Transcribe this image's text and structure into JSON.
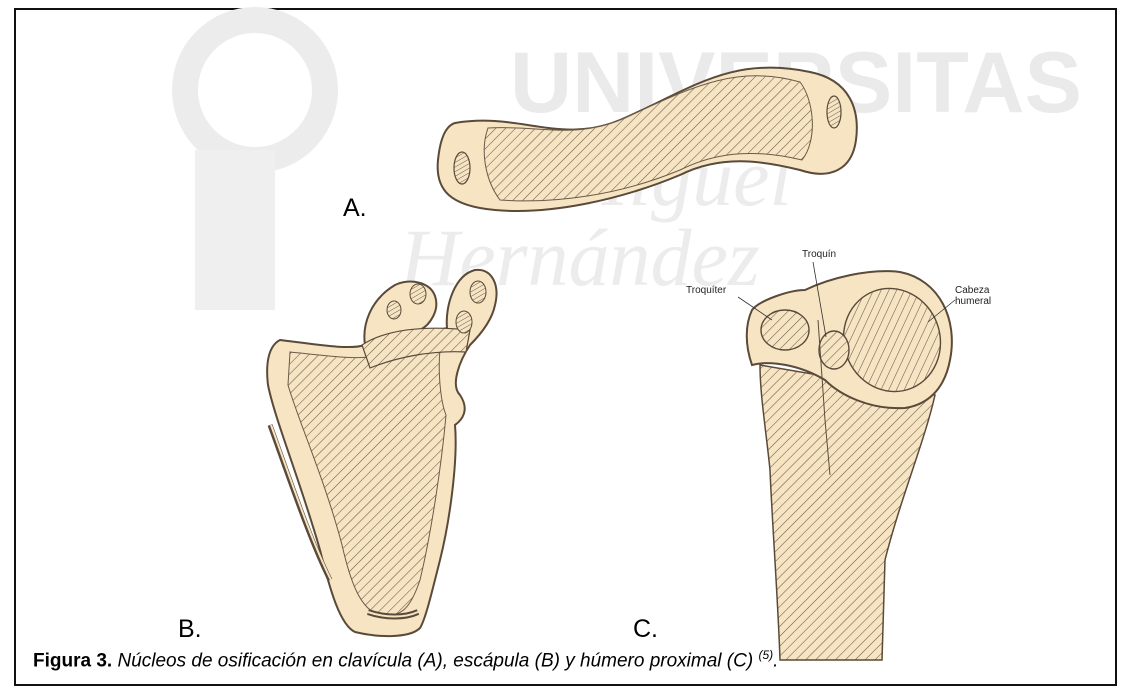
{
  "watermark": {
    "line1": "UNIVERSITAS",
    "line2": "Miguel",
    "line3": "Hernández",
    "color": "#e6e6e6"
  },
  "panels": {
    "a_label": "A.",
    "b_label": "B.",
    "c_label": "C."
  },
  "callouts": {
    "troquin": "Troquín",
    "troquiter": "Troquíter",
    "cabeza_line1": "Cabeza",
    "cabeza_line2": "humeral"
  },
  "caption": {
    "lead": "Figura 3.",
    "body": " Núcleos de osificación en clavícula (A), escápula (B) y húmero proximal (C) ",
    "ref": "(5)",
    "tail": "."
  },
  "colors": {
    "bone_fill": "#f6e4c3",
    "bone_stroke": "#5a4a3a",
    "hatch": "#6b5a48",
    "frame": "#111111"
  }
}
